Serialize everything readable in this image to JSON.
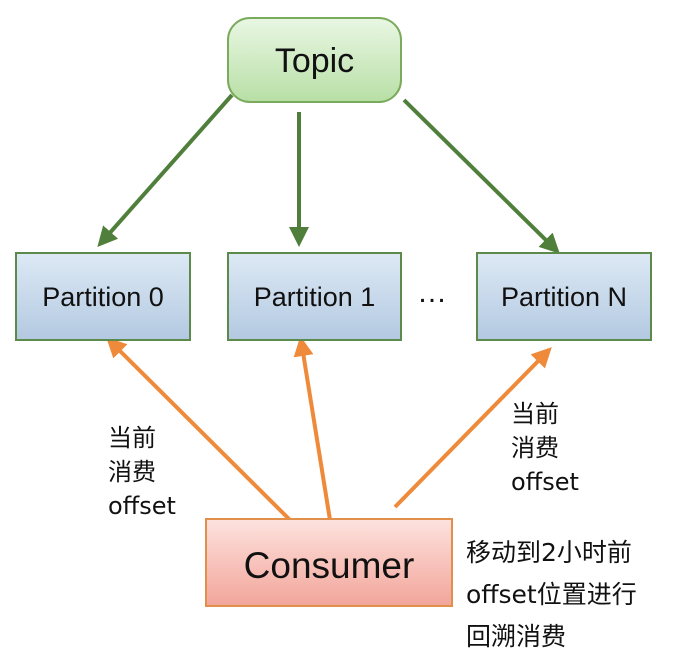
{
  "topic": {
    "label": "Topic"
  },
  "partitions": [
    {
      "label": "Partition 0"
    },
    {
      "label": "Partition 1"
    },
    {
      "label": "Partition N"
    }
  ],
  "ellipsis": "…",
  "consumer": {
    "label": "Consumer"
  },
  "notes": {
    "left": [
      "当前",
      "消费",
      "offset"
    ],
    "right": [
      "当前",
      "消费",
      "offset"
    ],
    "bottom": [
      "移动到2小时前",
      "offset位置进行",
      "回溯消费"
    ]
  },
  "colors": {
    "topic_fill_top": "#e9f7e3",
    "topic_fill_bottom": "#b8dfa6",
    "topic_stroke": "#7aaa5c",
    "partition_fill_top": "#dde9f5",
    "partition_fill_bottom": "#b3c9e1",
    "partition_stroke": "#5b8a4a",
    "consumer_fill_top": "#fde2de",
    "consumer_fill_bottom": "#f2a59a",
    "consumer_stroke": "#e0904a",
    "green_arrow": "#4f7f3a",
    "orange_arrow": "#ee8a3a"
  }
}
